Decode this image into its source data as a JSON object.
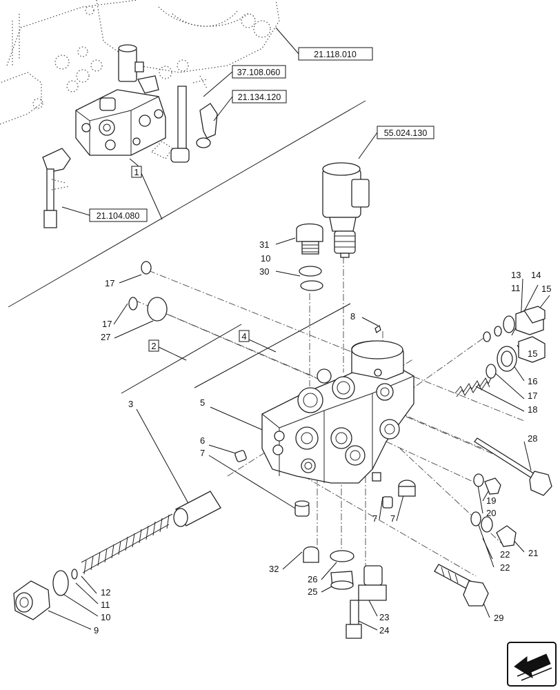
{
  "references": {
    "r1": "21.118.010",
    "r2": "37.108.060",
    "r3": "21.134.120",
    "r4": "55.024.130",
    "r5": "21.104.080"
  },
  "boxed_items": {
    "b1": "1",
    "b2": "2",
    "b4": "4"
  },
  "labels": {
    "n31": "31",
    "n10a": "10",
    "n30": "30",
    "n17a": "17",
    "n17b": "17",
    "n27": "27",
    "n3": "3",
    "n5": "5",
    "n6": "6",
    "n7a": "7",
    "n8": "8",
    "n13": "13",
    "n11a": "11",
    "n14": "14",
    "n15a": "15",
    "n15b": "15",
    "n16": "16",
    "n17c": "17",
    "n18": "18",
    "n28": "28",
    "n19": "19",
    "n20": "20",
    "n7b": "7",
    "n7c": "7",
    "n22a": "22",
    "n22b": "22",
    "n21": "21",
    "n32": "32",
    "n26": "26",
    "n25": "25",
    "n23": "23",
    "n24": "24",
    "n29": "29",
    "n12": "12",
    "n11b": "11",
    "n10b": "10",
    "n9": "9"
  },
  "icons": {
    "nav": "next-page-arrow-icon"
  }
}
